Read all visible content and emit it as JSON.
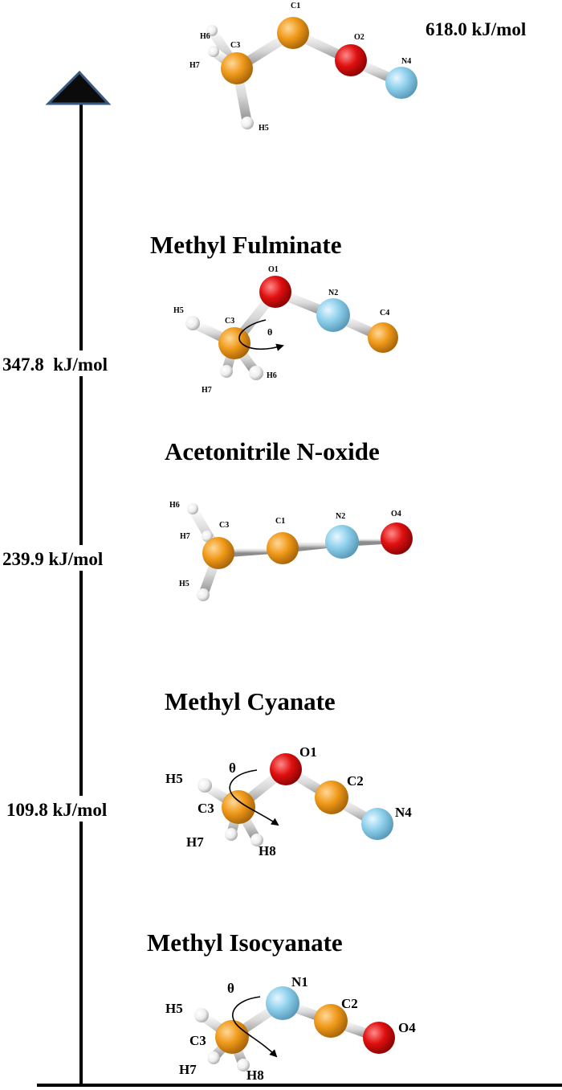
{
  "energies": {
    "top": "618.0 kJ/mol",
    "fulminate": "347.8  kJ/mol",
    "nitrile_oxide": "239.9 kJ/mol",
    "cyanate": "109.8 kJ/mol"
  },
  "molecules": {
    "top": {
      "atoms": [
        "C1",
        "O2",
        "N4",
        "H6",
        "C3",
        "H7",
        "H5"
      ]
    },
    "fulminate": {
      "name": "Methyl Fulminate",
      "theta": "θ",
      "atoms": [
        "O1",
        "N2",
        "C4",
        "H5",
        "C3",
        "H6",
        "H7"
      ]
    },
    "nitrile_oxide": {
      "name": "Acetonitrile N-oxide",
      "atoms": [
        "H6",
        "C3",
        "C1",
        "N2",
        "O4",
        "H7",
        "H5"
      ]
    },
    "cyanate": {
      "name": "Methyl Cyanate",
      "theta": "θ",
      "atoms": [
        "O1",
        "C2",
        "N4",
        "H5",
        "C3",
        "H7",
        "H8"
      ]
    },
    "isocyanate": {
      "name": "Methyl Isocyanate",
      "theta": "θ",
      "atoms": [
        "N1",
        "C2",
        "O4",
        "H5",
        "C3",
        "H7",
        "H8"
      ]
    }
  },
  "colors": {
    "carbon": "#f09a1a",
    "oxygen": "#e01010",
    "nitrogen": "#8ed0ec",
    "hydrogen": "#f2f2f2",
    "bond": "#d8d8d8",
    "arrow_head": "#0b0b0b",
    "arrow_head_border": "#3a5a84"
  }
}
